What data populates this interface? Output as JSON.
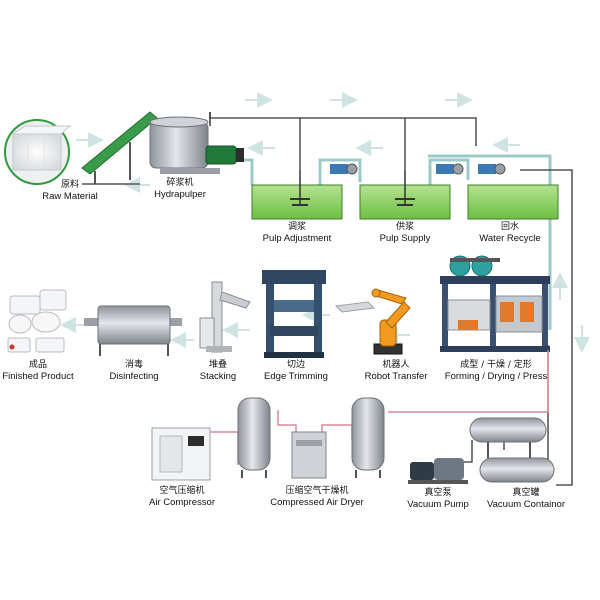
{
  "stations": {
    "raw_material": {
      "zh": "原料",
      "en": "Raw Material"
    },
    "hydrapulper": {
      "zh": "碎浆机",
      "en": "Hydrapulper"
    },
    "pulp_adjustment": {
      "zh": "调浆",
      "en": "Pulp Adjustment"
    },
    "pulp_supply": {
      "zh": "供浆",
      "en": "Pulp Supply"
    },
    "water_recycle": {
      "zh": "回水",
      "en": "Water Recycle"
    },
    "finished_product": {
      "zh": "成品",
      "en": "Finished Product"
    },
    "disinfecting": {
      "zh": "消毒",
      "en": "Disinfecting"
    },
    "stacking": {
      "zh": "堆叠",
      "en": "Stacking"
    },
    "edge_trimming": {
      "zh": "切边",
      "en": "Edge Trimming"
    },
    "robot_transfer": {
      "zh": "机器人",
      "en": "Robot Transfer"
    },
    "forming": {
      "zh": "成型 / 干燥 / 定形",
      "en": "Forming / Drying / Press"
    },
    "air_compressor": {
      "zh": "空气压缩机",
      "en": "Air Compressor"
    },
    "air_dryer": {
      "zh": "压缩空气干燥机",
      "en": "Compressed Air Dryer"
    },
    "vacuum_pump": {
      "zh": "真空泵",
      "en": "Vacuum Pump"
    },
    "vacuum_container": {
      "zh": "真空罐",
      "en": "Vacuum Containor"
    }
  },
  "colors": {
    "pipe_water": "#9fc9c9",
    "pipe_dark": "#333333",
    "pipe_air": "#d98a9a",
    "tank_green": "#8fd36a",
    "steel": "#b9bec4",
    "arrow": "#cfe3e3"
  }
}
